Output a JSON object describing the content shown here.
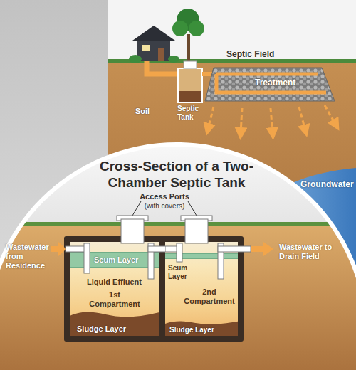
{
  "diagram": {
    "title": "Cross-Section of a Two-Chamber Septic Tank",
    "nodes": [
      {
        "text": [
          "Liquid Effluent",
          "1st Compartment"
        ]
      },
      {
        "text": [
          "Scum Layer"
        ],
        "in": 0
      },
      {
        "text": [
          "Sludge Layer"
        ],
        "in": 0
      },
      {
        "text": [
          "2nd Compartment"
        ]
      },
      {
        "text": [
          "Scum Layer"
        ],
        "in": 3
      },
      {
        "text": [
          "Sludge Layer"
        ],
        "in": 3
      }
    ],
    "edges": [
      {
        "from": 0,
        "to": 3,
        "arrow": "none"
      }
    ],
    "labels": [
      "Septic Field",
      "Treatment",
      "Soil",
      "Septic Tank",
      "Groundwater",
      "Access Ports",
      "(with covers)",
      "Wastewater from Residence",
      "Wastewater to Drain Field"
    ]
  }
}
